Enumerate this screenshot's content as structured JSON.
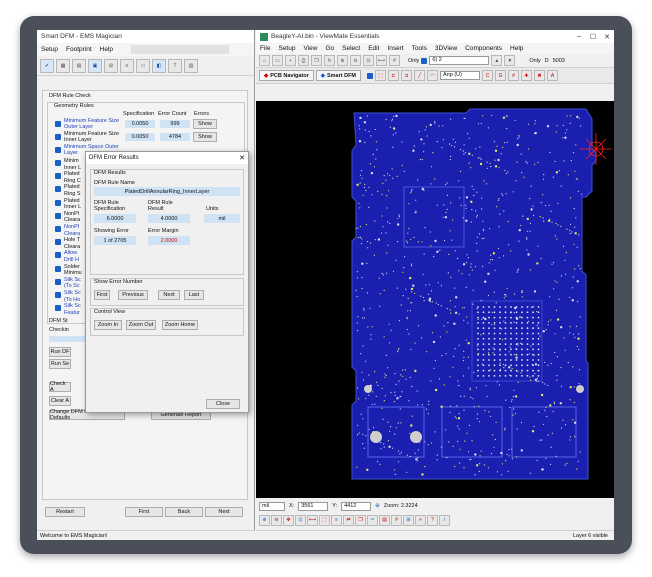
{
  "left_app": {
    "title": "Smart DFM - EMS Magician",
    "menu": [
      "Setup",
      "Footprint",
      "Help"
    ],
    "panel_title": "DFM Rule Check",
    "geometry_rules_label": "Geometry Rules",
    "col_spec": "Specification",
    "col_errors": "Error Count",
    "col_show": "Errors",
    "rules": [
      {
        "name": "Minimum Feature Size Outer Layer",
        "spec": "0.0050",
        "errors": "999",
        "show": "Show"
      },
      {
        "name": "Minimum Feature Size Inner Layer",
        "spec": "0.0050",
        "errors": "4784",
        "show": "Show"
      },
      {
        "name": "Minimum Space Outer Layer",
        "spec": "",
        "errors": "",
        "show": ""
      }
    ],
    "side_labels": [
      "Minim",
      "Inner L",
      "Plated",
      "Ring C",
      "Plated",
      "Ring S",
      "Plated",
      "Inner L",
      "NonPl",
      "Cleara",
      "NonPl",
      "Cleara",
      "Hole T",
      "Cleara",
      "Allow",
      "Drill H",
      "Solder",
      "Minimu",
      "Silk Sc",
      "(To Sc",
      "Silk Sc",
      "(To Ho",
      "Silk Sc",
      "Featur"
    ],
    "dfm_status_label": "DFM St",
    "checking_label": "Checkin",
    "run_btn": "Run DF",
    "run_sel_btn": "Run Se",
    "check_all_btn": "Check A",
    "clear_all_btn": "Clear A",
    "change_btn": "Change DFM Rule Set Defaults",
    "report_btn": "Generate Report",
    "restart_btn": "Restart",
    "first_btn": "First",
    "back_btn": "Back",
    "next_btn": "Next",
    "status": "Welcome to EMS Magician!"
  },
  "dialog": {
    "title": "DFM Error Results",
    "section": "DFM Results",
    "rule_name_label": "DFM Rule Name",
    "rule_name": "PlatedDrillAnnularRing_InnerLayer",
    "spec_label": "DFM Rule Specification",
    "spec_value": "6.0000",
    "result_label": "DFM Rule Result",
    "result_value": "4.0000",
    "units_label": "Units",
    "units_value": "mil",
    "showing_label": "Showing Error",
    "showing_value": "1 of 2705",
    "margin_label": "Error Margin",
    "margin_value": "2.0000",
    "show_err_label": "Show Error Number",
    "nav": [
      "First",
      "Previous",
      "Next",
      "Last"
    ],
    "control_label": "Control View",
    "zoom": [
      "Zoom In",
      "Zoom Out",
      "Zoom Home"
    ],
    "close": "Close"
  },
  "right_app": {
    "title": "BeagleY-AI.bin - ViewMate Essentials",
    "menu": [
      "File",
      "Setup",
      "View",
      "Go",
      "Select",
      "Edit",
      "Insert",
      "Tools",
      "3DView",
      "Components",
      "Help"
    ],
    "only_label": "Only",
    "layer_select": "6) 2",
    "only2_label": "Only",
    "d_label": "D",
    "d_value": "5003",
    "pcb_nav": "PCB Navigator",
    "smart_dfm": "Smart DFM",
    "amp_select": "Anp (U)",
    "unit_select": "mil",
    "x_label": "X:",
    "x_value": "3561",
    "y_label": "Y:",
    "y_value": "4412",
    "zoom_label": "Zoom: 2.3224",
    "status": "Layer 6 visible"
  },
  "colors": {
    "frame": "#4a4f59",
    "pcb_blue": "#1a1fb0",
    "pcb_bg": "#000000",
    "accent": "#1a5fc7"
  }
}
